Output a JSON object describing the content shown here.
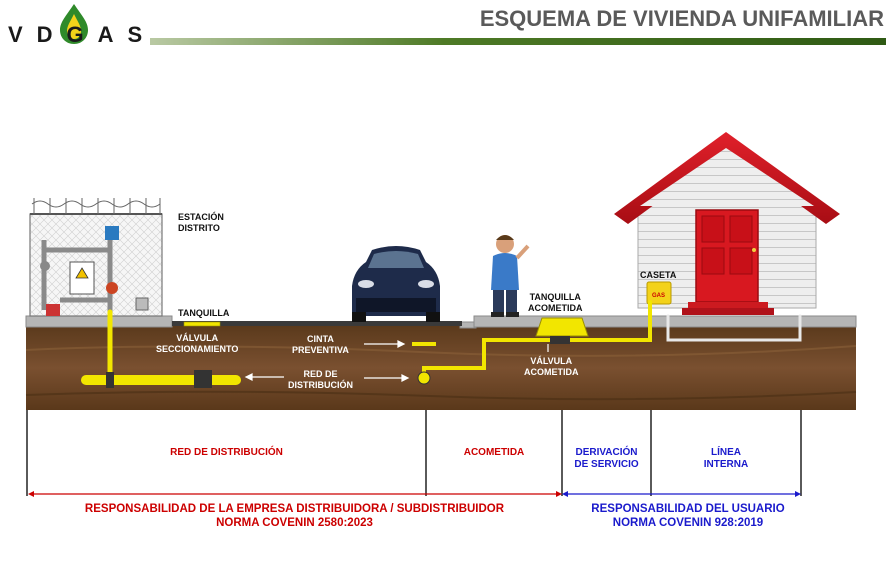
{
  "header": {
    "brand": "VDGAS",
    "title": "ESQUEMA DE VIVIENDA UNIFAMILIAR"
  },
  "labels": {
    "estacion": [
      "ESTACIÓN",
      "DISTRITO"
    ],
    "tanquilla": "TANQUILLA",
    "valvula_seccionamiento": [
      "VÁLVULA",
      "SECCIONAMIENTO"
    ],
    "cinta_preventiva": [
      "CINTA",
      "PREVENTIVA"
    ],
    "red_distribucion_label": [
      "RED DE",
      "DISTRIBUCIÓN"
    ],
    "tanquilla_acometida": [
      "TANQUILLA",
      "ACOMETIDA"
    ],
    "valvula_acometida": [
      "VÁLVULA",
      "ACOMETIDA"
    ],
    "caseta": "CASETA",
    "gas_box": "GAS"
  },
  "sections": {
    "red_distribucion": "RED DE DISTRIBUCIÓN",
    "acometida": "ACOMETIDA",
    "derivacion": [
      "DERIVACIÓN",
      "DE SERVICIO"
    ],
    "linea_interna": [
      "LÍNEA",
      "INTERNA"
    ]
  },
  "responsibility": {
    "empresa": [
      "RESPONSABILIDAD DE LA EMPRESA DISTRIBUIDORA / SUBDISTRIBUIDOR",
      "NORMA COVENIN 2580:2023"
    ],
    "usuario": [
      "RESPONSABILIDAD DEL USUARIO",
      "NORMA COVENIN 928:2019"
    ]
  },
  "colors": {
    "red": "#cc0000",
    "blue": "#1a1acc",
    "pipe": "#f2e600",
    "soil": "#6b4420",
    "header_bar": "#4e7a26"
  }
}
